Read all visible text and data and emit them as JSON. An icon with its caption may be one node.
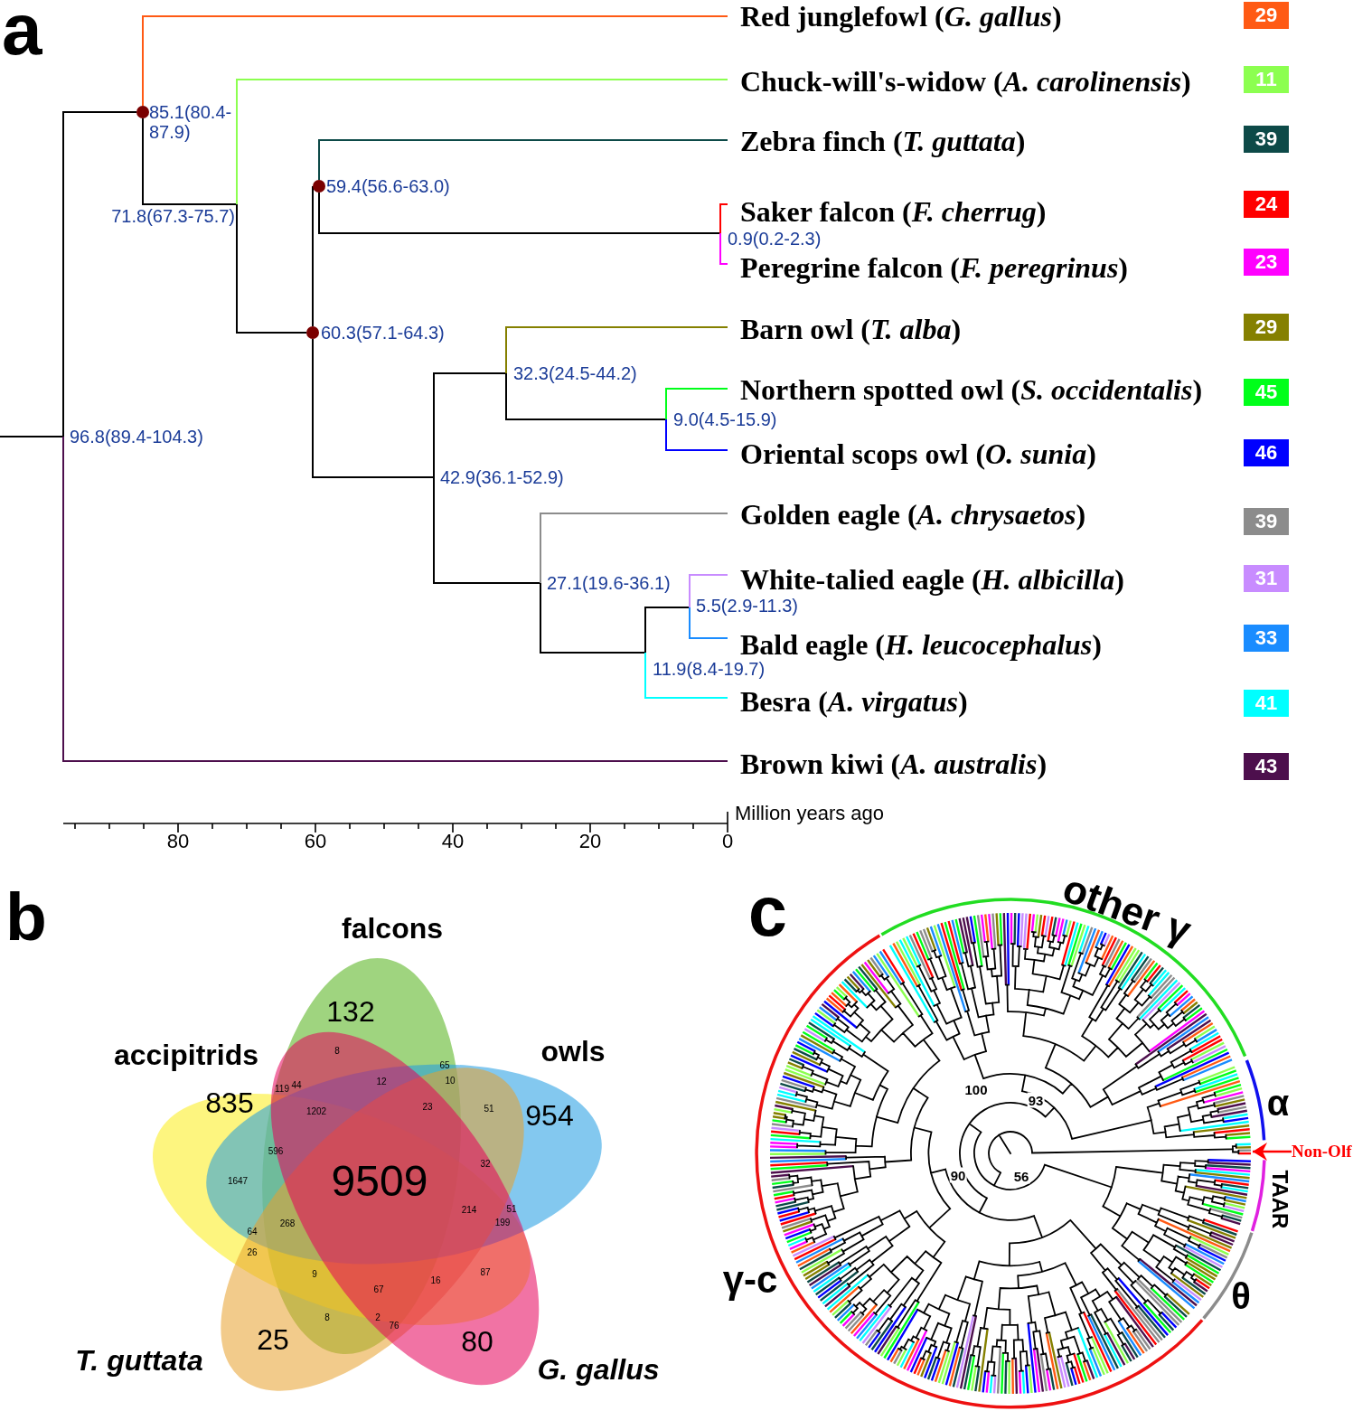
{
  "diagram": {
    "nodes": [
      {
        "text": [
          "Red junglefowl (*G. gallus*)"
        ]
      },
      {
        "text": [
          "Chuck-will's-widow (*A. carolinensis*)"
        ]
      },
      {
        "text": [
          "Zebra finch (*T. guttata*)"
        ]
      },
      {
        "text": [
          "Saker falcon (*F. cherrug*)"
        ]
      },
      {
        "text": [
          "Peregrine falcon (*F. peregrinus*)"
        ]
      },
      {
        "text": [
          "Barn owl (*T. alba*)"
        ]
      },
      {
        "text": [
          "Northern spotted owl (*S. occidentalis*)"
        ]
      },
      {
        "text": [
          "Oriental scops owl (*O. sunia*)"
        ]
      },
      {
        "text": [
          "Golden eagle (*A. chrysaetos*)"
        ]
      },
      {
        "text": [
          "White-talied eagle (*H. albicilla*)"
        ]
      },
      {
        "text": [
          "Bald eagle (*H. leucocephalus*)"
        ]
      },
      {
        "text": [
          "Besra (*A. virgatus*)"
        ]
      },
      {
        "text": [
          "Brown kiwi (*A. australis*)"
        ]
      },
      {
        "text": [
          "85.1(80.4-87.9)"
        ]
      },
      {
        "text": [
          "59.4(56.6-63.0)"
        ]
      },
      {
        "text": [
          "71.8(67.3-75.7)"
        ]
      },
      {
        "text": [
          "0.9(0.2-2.3)"
        ]
      },
      {
        "text": [
          "60.3(57.1-64.3)"
        ]
      },
      {
        "text": [
          "32.3(24.5-44.2)"
        ]
      },
      {
        "text": [
          "9.0(4.5-15.9)"
        ]
      },
      {
        "text": [
          "96.8(89.4-104.3)"
        ]
      },
      {
        "text": [
          "42.9(36.1-52.9)"
        ]
      },
      {
        "text": [
          "27.1(19.6-36.1)"
        ]
      },
      {
        "text": [
          "5.5(2.9-11.3)"
        ]
      },
      {
        "text": [
          "11.9(8.4-19.7)"
        ]
      },
      {
        "text": [
          "falcons",
          "132"
        ]
      },
      {
        "text": [
          "accipitrids",
          "835"
        ]
      },
      {
        "text": [
          "owls",
          "954"
        ]
      },
      {
        "text": [
          "T. guttata",
          "25"
        ]
      },
      {
        "text": [
          "G. gallus",
          "80"
        ]
      },
      {
        "text": [
          "Non-Olf"
        ]
      },
      {
        "text": [
          "29"
        ]
      },
      {
        "text": [
          "11"
        ]
      },
      {
        "text": [
          "39"
        ]
      },
      {
        "text": [
          "24"
        ]
      },
      {
        "text": [
          "23"
        ]
      },
      {
        "text": [
          "29"
        ]
      },
      {
        "text": [
          "45"
        ]
      },
      {
        "text": [
          "46"
        ]
      },
      {
        "text": [
          "39"
        ]
      },
      {
        "text": [
          "31"
        ]
      },
      {
        "text": [
          "33"
        ]
      },
      {
        "text": [
          "41"
        ]
      },
      {
        "text": [
          "43"
        ]
      },
      {
        "text": [],
        "shape": "picture"
      }
    ],
    "edges": [
      {
        "from": null,
        "to": 20,
        "arrow": "none"
      },
      {
        "from": 20,
        "to": 13,
        "arrow": "none"
      },
      {
        "from": 20,
        "to": 12,
        "arrow": "none",
        "color": "#4d0f4d"
      },
      {
        "from": 13,
        "to": 0,
        "arrow": "none",
        "color": "#ff5a14"
      },
      {
        "from": 13,
        "to": 15,
        "arrow": "none"
      },
      {
        "from": 15,
        "to": 1,
        "arrow": "none",
        "color": "#8cff50"
      },
      {
        "from": 15,
        "to": 17,
        "arrow": "none"
      },
      {
        "from": 17,
        "to": 14,
        "arrow": "none"
      },
      {
        "from": 17,
        "to": 21,
        "arrow": "none"
      },
      {
        "from": 14,
        "to": 2,
        "arrow": "none",
        "color": "#0d4a48"
      },
      {
        "from": 14,
        "to": 16,
        "arrow": "none"
      },
      {
        "from": 16,
        "to": 3,
        "arrow": "none",
        "color": "#ff0000"
      },
      {
        "from": 16,
        "to": 4,
        "arrow": "none",
        "color": "#ff00ff"
      },
      {
        "from": 21,
        "to": 18,
        "arrow": "none"
      },
      {
        "from": 21,
        "to": 22,
        "arrow": "none"
      },
      {
        "from": 18,
        "to": 5,
        "arrow": "none",
        "color": "#858000"
      },
      {
        "from": 18,
        "to": 19,
        "arrow": "none"
      },
      {
        "from": 19,
        "to": 6,
        "arrow": "none",
        "color": "#00ff1a"
      },
      {
        "from": 19,
        "to": 7,
        "arrow": "none",
        "color": "#0000ff"
      },
      {
        "from": 22,
        "to": 8,
        "arrow": "none",
        "color": "#8c8c8c"
      },
      {
        "from": 22,
        "to": 24,
        "arrow": "none"
      },
      {
        "from": 24,
        "to": 23,
        "arrow": "none"
      },
      {
        "from": 24,
        "to": 11,
        "arrow": "none",
        "color": "#00ffff"
      },
      {
        "from": 23,
        "to": 9,
        "arrow": "none",
        "color": "#c88cff"
      },
      {
        "from": 23,
        "to": 10,
        "arrow": "none",
        "color": "#1a8cff"
      },
      {
        "from": 30,
        "to": 44,
        "arrow": "to",
        "color": "#ff0000"
      }
    ],
    "labels": [
      "a",
      "Million years ago",
      "80",
      "60",
      "40",
      "20",
      "0",
      "b",
      "c",
      "other γ",
      "8",
      "65",
      "119",
      "44",
      "12",
      "10",
      "1202",
      "23",
      "51",
      "596",
      "1647",
      "9509",
      "32",
      "214",
      "51",
      "64",
      "268",
      "199",
      "26",
      "9",
      "67",
      "16",
      "87",
      "8",
      "2",
      "76",
      "100",
      "93",
      "α",
      "90",
      "56",
      "TAAR",
      "γ-c",
      "θ"
    ]
  }
}
